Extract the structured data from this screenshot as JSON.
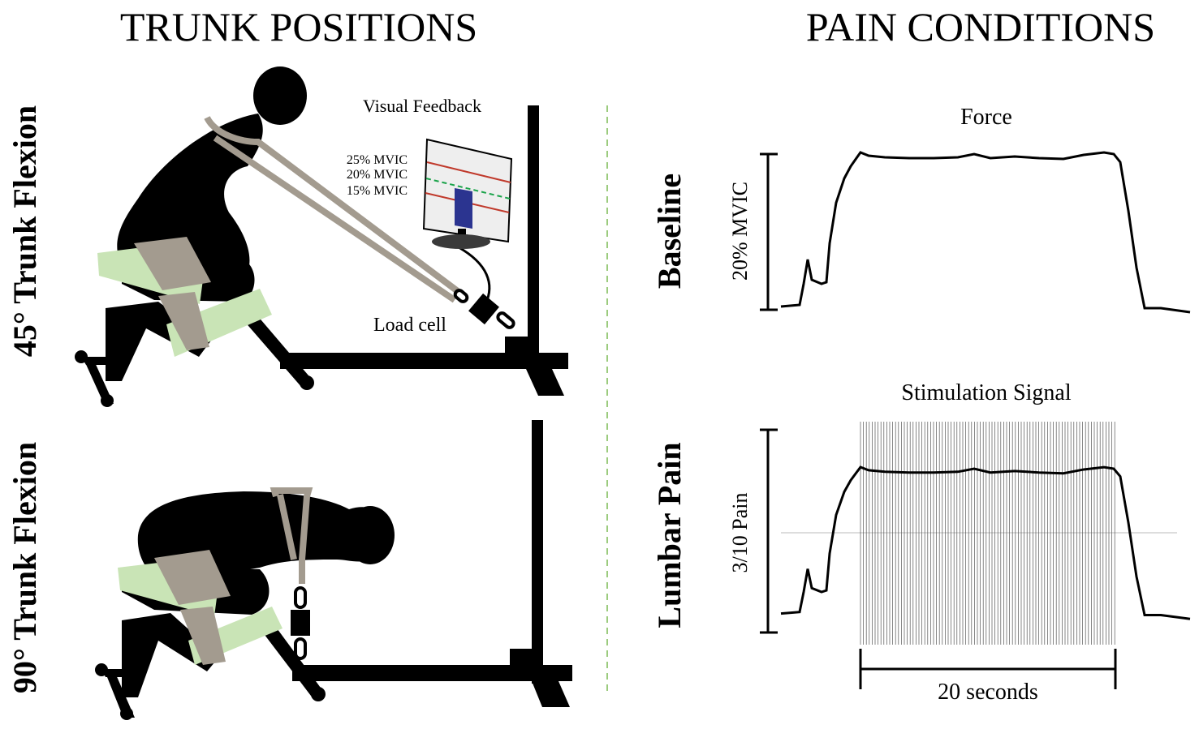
{
  "headings": {
    "left": "TRUNK POSITIONS",
    "right": "PAIN CONDITIONS"
  },
  "positions": {
    "top_label": "45° Trunk Flexion",
    "bottom_label": "90° Trunk Flexion"
  },
  "setup": {
    "visual_feedback": "Visual Feedback",
    "mvic_levels": [
      "25% MVIC",
      "20% MVIC",
      "15% MVIC"
    ],
    "load_cell": "Load cell"
  },
  "conditions": {
    "baseline_label": "Baseline",
    "lumbar_label": "Lumbar Pain",
    "force_title": "Force",
    "stim_title": "Stimulation Signal",
    "baseline_axis": "20% MVIC",
    "lumbar_axis": "3/10 Pain",
    "duration": "20 seconds"
  },
  "colors": {
    "strap": "#a39b8f",
    "pad": "#c9e4b6",
    "target_line": "#c0392b",
    "target_mid": "#1aa34a",
    "feedback_bar": "#2b3490",
    "divider": "#9ccb7e"
  }
}
